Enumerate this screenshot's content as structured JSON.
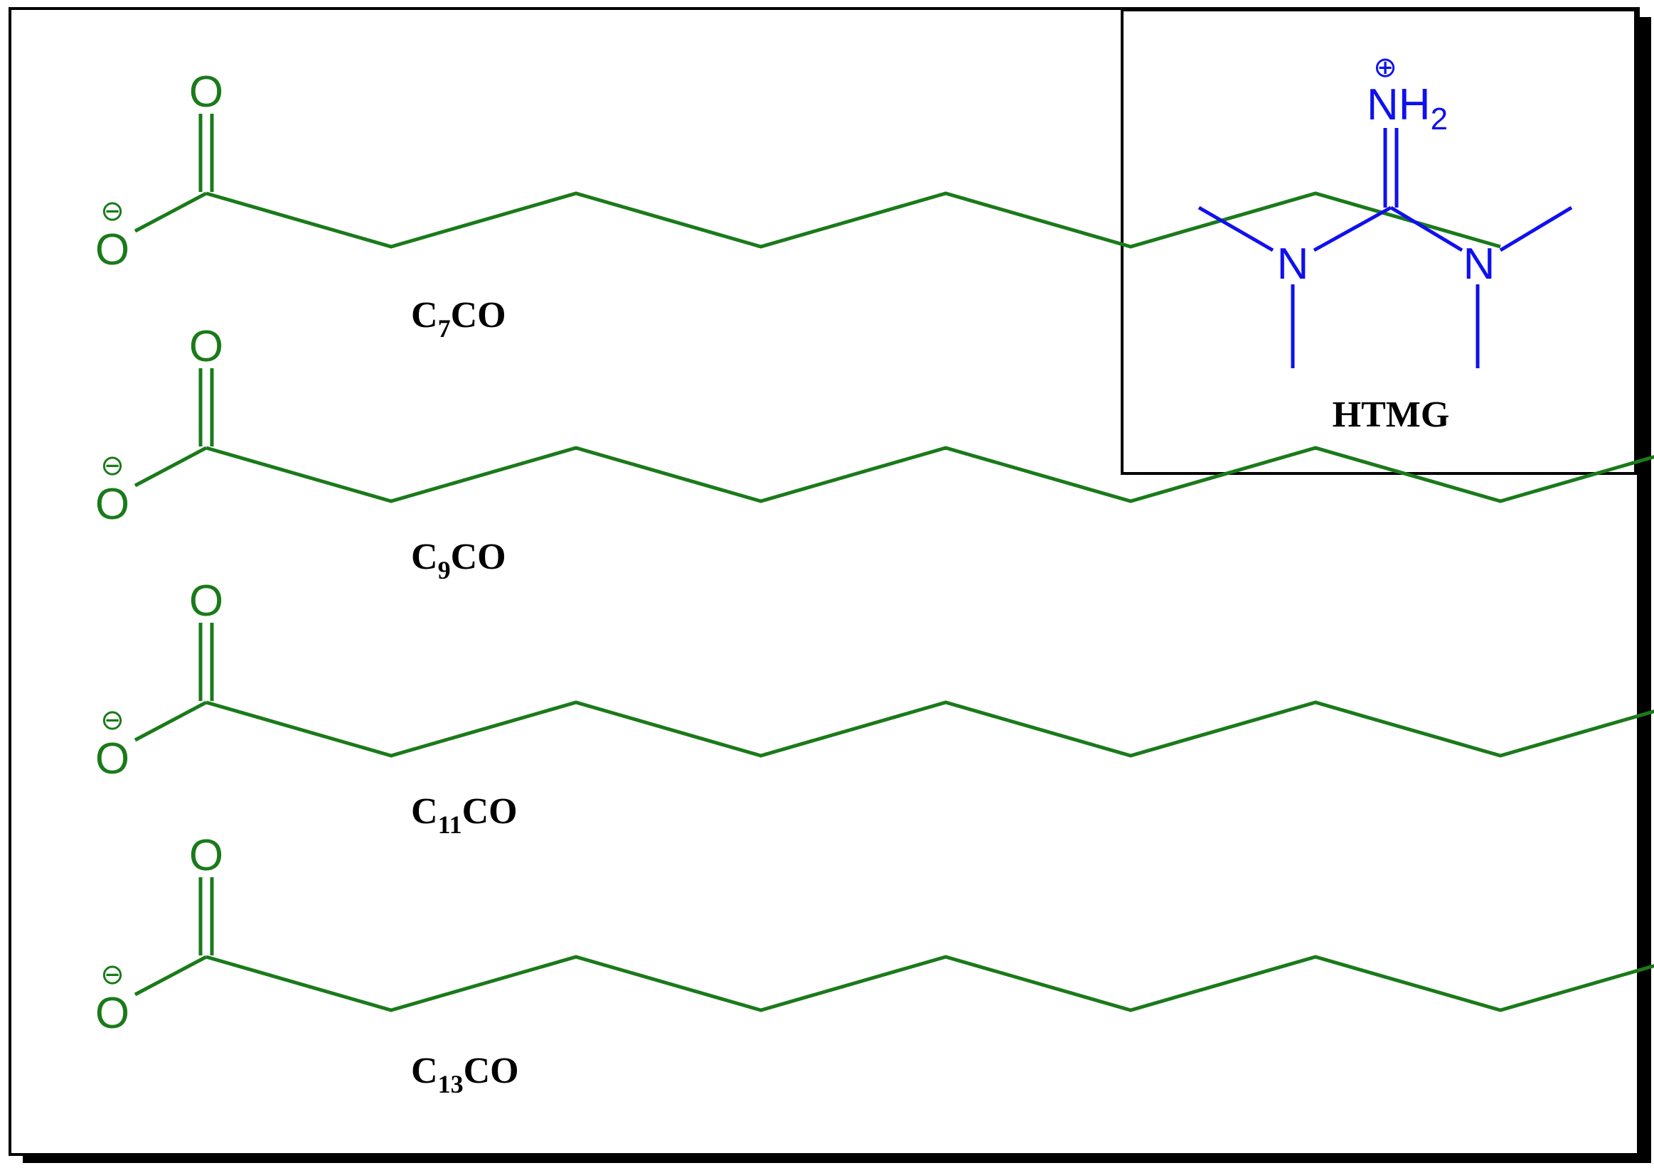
{
  "colors": {
    "carboxylate": "#1a7a1a",
    "guanidinium": "#1010ee",
    "frame": "#000000",
    "shadow": "#000000",
    "background": "#ffffff"
  },
  "atoms": {
    "oxygen": "O",
    "nitrogen": "N",
    "ammonium_base": "NH",
    "ammonium_sub": "2",
    "negative_charge": "⊖",
    "positive_charge": "⊕"
  },
  "anions": [
    {
      "carbons": 7,
      "label_prefix": "C",
      "label_sub": "7",
      "label_suffix": "CO"
    },
    {
      "carbons": 9,
      "label_prefix": "C",
      "label_sub": "9",
      "label_suffix": "CO"
    },
    {
      "carbons": 11,
      "label_prefix": "C",
      "label_sub": "11",
      "label_suffix": "CO"
    },
    {
      "carbons": 13,
      "label_prefix": "C",
      "label_sub": "13",
      "label_suffix": "CO"
    }
  ],
  "cation": {
    "label": "HTMG"
  }
}
